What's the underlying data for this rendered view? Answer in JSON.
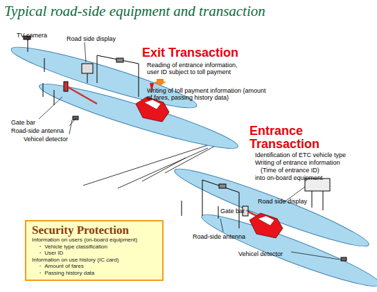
{
  "diagram": {
    "title": "Typical road-side equipment and transaction",
    "nodes": [
      {
        "text": [
          "Security Protection",
          "Information on users (on-board equipment)",
          "・ Vehicle type classification",
          "・ User ID",
          "Information on use history (IC card)",
          "・ Amount of fares",
          "・ Passing history data"
        ]
      }
    ],
    "labels": [
      "Exit Transaction",
      "Reading of entrance information, user ID subject to toll payment",
      "Writing of toll payment information (amount of fares, passing history data)",
      "TV camera",
      "Road side display",
      "Gate bar",
      "Road-side antenna",
      "Vehicel detector",
      "Entrance Transaction",
      "Identification of ETC vehicle type",
      "Writing of entrance information",
      "(Time of entrance ID)",
      "into on-board equipment",
      "Gate bar",
      "Road side display",
      "Road-side antenna",
      "Vehicel detector"
    ]
  }
}
